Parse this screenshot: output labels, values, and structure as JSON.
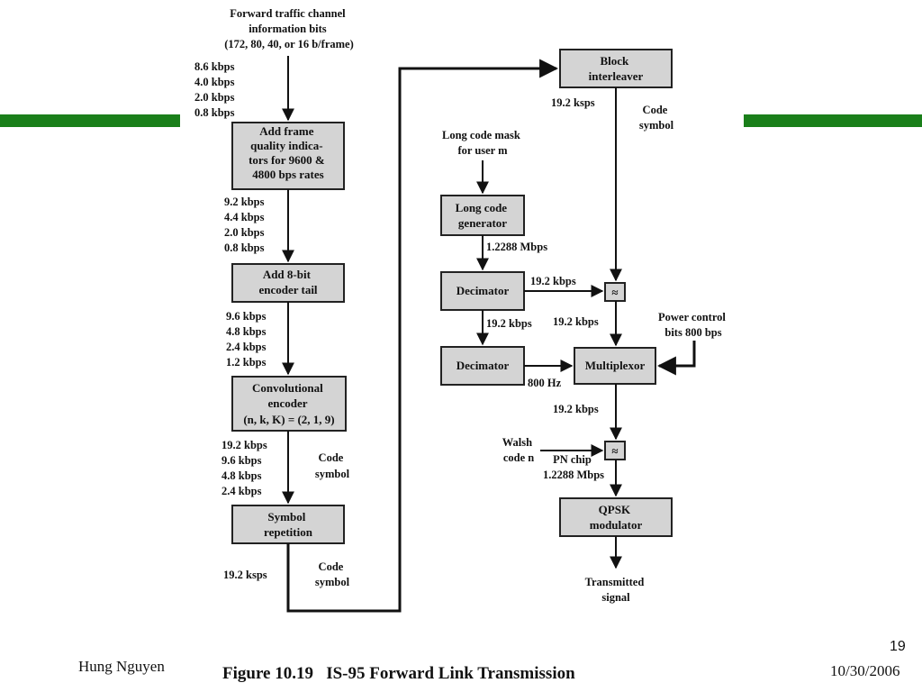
{
  "colors": {
    "accent_bar": "#1a7f1a",
    "block_fill": "#d4d4d4"
  },
  "diagram": {
    "source_title": [
      "Forward traffic channel",
      "information bits",
      "(172, 80, 40, or 16 b/frame)"
    ],
    "blocks": {
      "frame_quality": [
        "Add frame",
        "quality indica-",
        "tors for 9600 &",
        "4800 bps rates"
      ],
      "encoder_tail": [
        "Add  8-bit",
        "encoder tail"
      ],
      "conv_encoder": [
        "Convolutional",
        "encoder",
        "(n, k, K) = (2, 1, 9)"
      ],
      "symbol_repetition": [
        "Symbol",
        "repetition"
      ],
      "block_interleaver": [
        "Block",
        "interleaver"
      ],
      "long_code_gen": [
        "Long code",
        "generator"
      ],
      "decimator_1": "Decimator",
      "decimator_2": "Decimator",
      "multiplexor": "Multiplexor",
      "qpsk": [
        "QPSK",
        "modulator"
      ],
      "xor_symbol": "≈"
    },
    "rates": {
      "input": [
        "8.6 kbps",
        "4.0 kbps",
        "2.0 kbps",
        "0.8 kbps"
      ],
      "after_quality": [
        "9.2 kbps",
        "4.4 kbps",
        "2.0 kbps",
        "0.8 kbps"
      ],
      "after_tail": [
        "9.6 kbps",
        "4.8 kbps",
        "2.4 kbps",
        "1.2 kbps"
      ],
      "after_conv": [
        "19.2 kbps",
        "9.6 kbps",
        "4.8 kbps",
        "2.4 kbps"
      ],
      "after_repetition": "19.2 ksps",
      "interleaver_out": "19.2 ksps",
      "long_code_rate": "1.2288 Mbps",
      "decimator1_out": "19.2 kbps",
      "decimator1_down": "19.2 kbps",
      "xor1_out": "19.2 kbps",
      "decimator2_out": "800 Hz",
      "mux_out": "19.2 kbps"
    },
    "labels": {
      "code_symbol": [
        "Code",
        "symbol"
      ],
      "long_code_mask": [
        "Long code mask",
        "for user m"
      ],
      "power_control": [
        "Power control",
        "bits 800 bps"
      ],
      "walsh_code": [
        "Walsh",
        "code n"
      ],
      "pn_chip": [
        "PN chip",
        "1.2288 Mbps"
      ],
      "transmitted": [
        "Transmitted",
        "signal"
      ]
    }
  },
  "footer": {
    "author": "Hung Nguyen",
    "caption": "Figure 10.19   IS-95 Forward Link Transmission",
    "page_number": "19",
    "date": "10/30/2006"
  }
}
